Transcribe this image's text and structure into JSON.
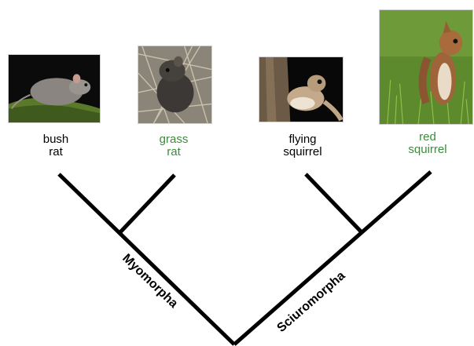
{
  "taxa": [
    {
      "line1": "bush",
      "line2": "rat",
      "color": "#000000",
      "photo": "bush-rat-photo"
    },
    {
      "line1": "grass",
      "line2": "rat",
      "color": "#3a8c3a",
      "photo": "grass-rat-photo"
    },
    {
      "line1": "flying",
      "line2": "squirrel",
      "color": "#000000",
      "photo": "flying-squirrel-photo"
    },
    {
      "line1": "red",
      "line2": "squirrel",
      "color": "#3a8c3a",
      "photo": "red-squirrel-photo"
    }
  ],
  "clades": {
    "left": "Myomorpha",
    "right": "Sciuromorpha"
  }
}
